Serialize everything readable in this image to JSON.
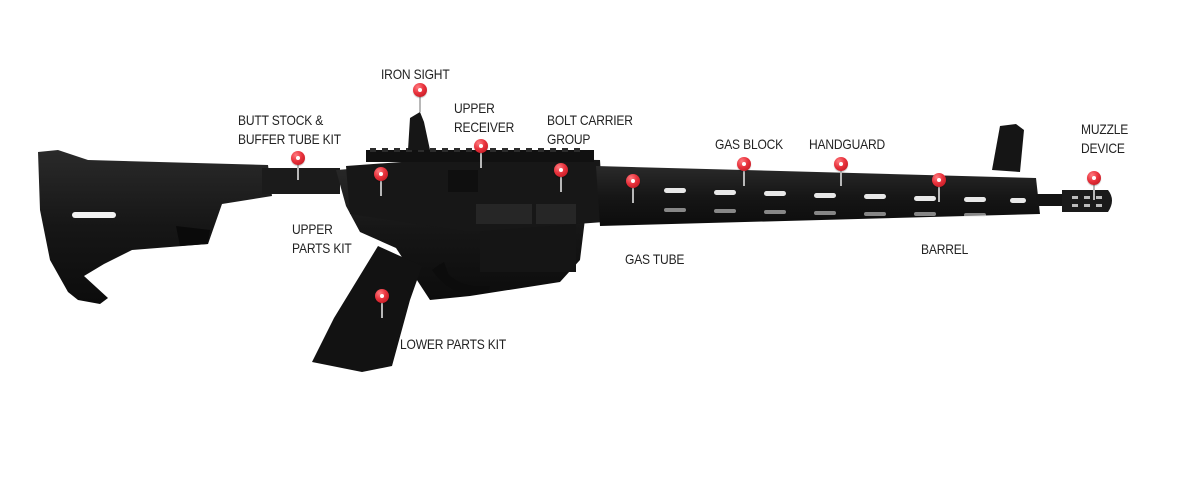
{
  "parts": [
    {
      "id": "iron-sight",
      "label": "IRON SIGHT"
    },
    {
      "id": "butt-stock",
      "label": "BUTT STOCK &\nBUFFER TUBE KIT"
    },
    {
      "id": "upper-receiver",
      "label": "UPPER\nRECEIVER"
    },
    {
      "id": "bolt-carrier-group",
      "label": "BOLT CARRIER\nGROUP"
    },
    {
      "id": "gas-block",
      "label": "GAS BLOCK"
    },
    {
      "id": "handguard",
      "label": "HANDGUARD"
    },
    {
      "id": "muzzle-device",
      "label": "MUZZLE\nDEVICE"
    },
    {
      "id": "upper-parts-kit",
      "label": "UPPER\nPARTS KIT"
    },
    {
      "id": "gas-tube",
      "label": "GAS TUBE"
    },
    {
      "id": "barrel",
      "label": "BARREL"
    },
    {
      "id": "lower-parts-kit",
      "label": "LOWER PARTS KIT"
    }
  ],
  "colors": {
    "pin": "#e8323c",
    "rifle": "#141414"
  }
}
